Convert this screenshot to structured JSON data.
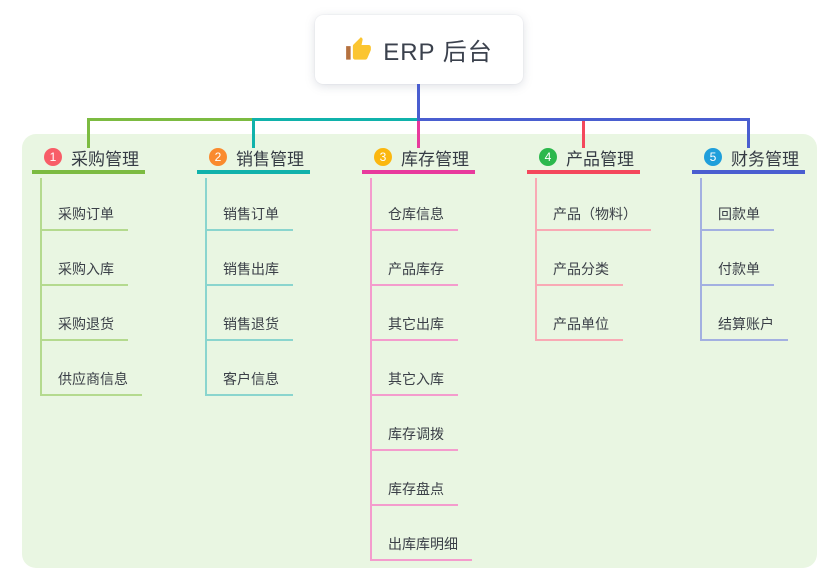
{
  "root": {
    "label": "ERP 后台",
    "icon": "thumbs-up"
  },
  "colors": {
    "canvas_bg": "#ffffff",
    "panel_bg": "#e9f6e2",
    "root_line": "#4a5ed0",
    "root_text": "#3b414d",
    "title_text": "#353b44",
    "item_text": "#3a3f47",
    "icon_hand": "#fbc531",
    "icon_cuff": "#b5713f"
  },
  "branches": [
    {
      "number": "1",
      "label": "采购管理",
      "badge_color": "#f85d68",
      "line_color": "#7cbb41",
      "sub_line_color": "#b4da8e",
      "items": [
        "采购订单",
        "采购入库",
        "采购退货",
        "供应商信息"
      ]
    },
    {
      "number": "2",
      "label": "销售管理",
      "badge_color": "#fa8a2e",
      "line_color": "#10b2ab",
      "sub_line_color": "#8ad5ce",
      "items": [
        "销售订单",
        "销售出库",
        "销售退货",
        "客户信息"
      ]
    },
    {
      "number": "3",
      "label": "库存管理",
      "badge_color": "#fbb70f",
      "line_color": "#e83a9d",
      "sub_line_color": "#f49ccd",
      "items": [
        "仓库信息",
        "产品库存",
        "其它出库",
        "其它入库",
        "库存调拨",
        "库存盘点",
        "出库库明细"
      ]
    },
    {
      "number": "4",
      "label": "产品管理",
      "badge_color": "#2cb84c",
      "line_color": "#f4485c",
      "sub_line_color": "#f9aab5",
      "items": [
        "产品（物料）",
        "产品分类",
        "产品单位"
      ]
    },
    {
      "number": "5",
      "label": "财务管理",
      "badge_color": "#1f9fdb",
      "line_color": "#4a5ed0",
      "sub_line_color": "#a3b0e1",
      "items": [
        "回款单",
        "付款单",
        "结算账户"
      ]
    }
  ]
}
